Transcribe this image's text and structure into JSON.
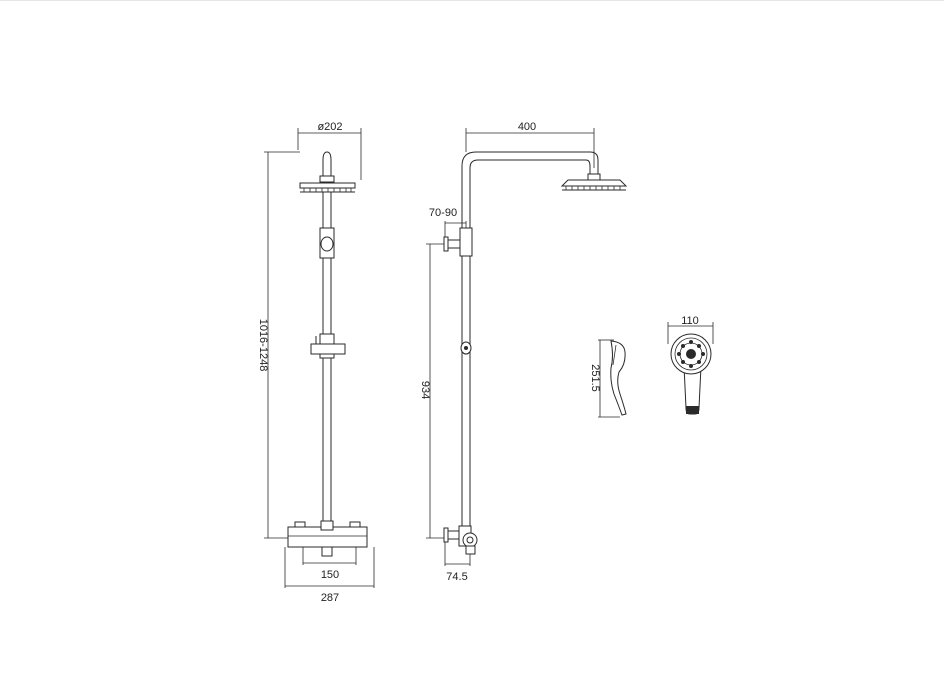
{
  "front_view": {
    "head_diameter": "ø202",
    "height_range": "1016-1248",
    "valve_centres": "150",
    "overall_width": "287"
  },
  "side_view": {
    "projection": "400",
    "offset": "70-90",
    "rail_height": "934",
    "wall_depth": "74.5"
  },
  "handset_side": {
    "length": "251.5"
  },
  "handset_front": {
    "width": "110"
  }
}
